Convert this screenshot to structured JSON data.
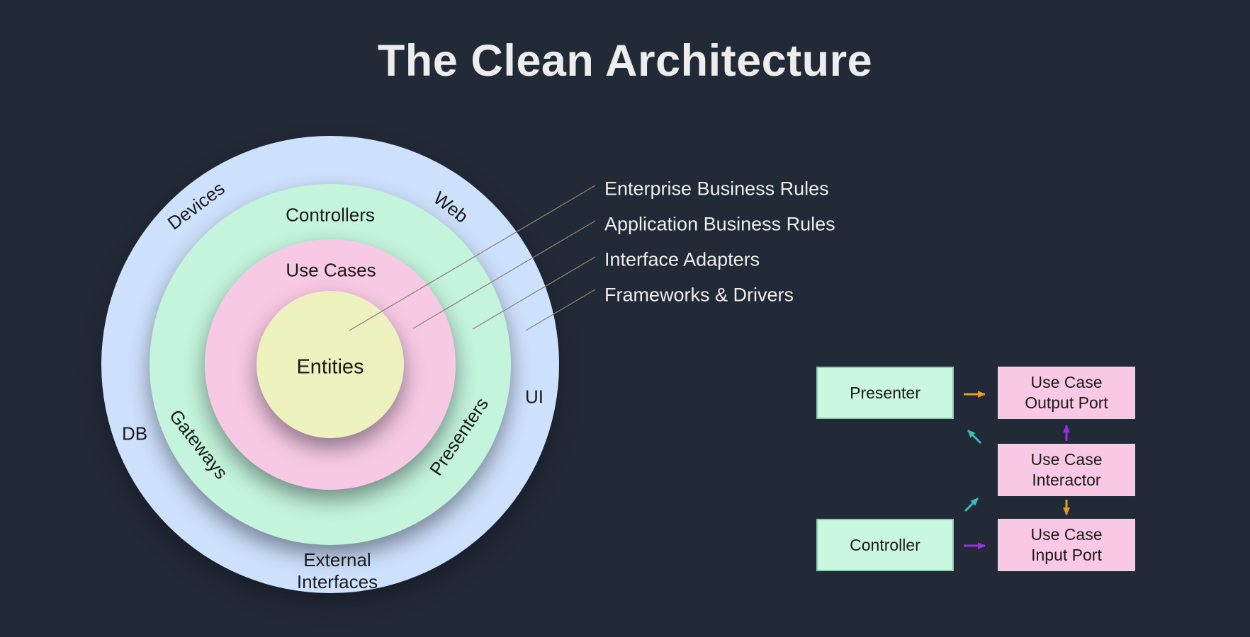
{
  "title": "The Clean Architecture",
  "colors": {
    "background": "#232A37",
    "ring_frameworks": "#CEE1FC",
    "ring_adapters": "#C4F4DB",
    "ring_application": "#F8C9E4",
    "ring_enterprise": "#EDF1BE",
    "label_dark": "#1A1A1A",
    "text_light": "#EDEDED",
    "leader_line": "#8A847E",
    "box_green_fill": "#C9F7DF",
    "box_green_border": "#8CCBAF",
    "box_pink_fill": "#F8C8E5",
    "box_pink_border": "#E9D2E4",
    "arrow_orange": "#E59B28",
    "arrow_purple": "#9A30DF",
    "arrow_teal": "#3CBCB2"
  },
  "onion": {
    "outer_labels": {
      "devices": "Devices",
      "web": "Web",
      "db": "DB",
      "ui": "UI",
      "external_interfaces": "External\nInterfaces"
    },
    "adapter_labels": {
      "controllers": "Controllers",
      "gateways": "Gateways",
      "presenters": "Presenters"
    },
    "application_label": "Use Cases",
    "enterprise_label": "Entities"
  },
  "legend": {
    "items": [
      {
        "label": "Enterprise Business Rules"
      },
      {
        "label": "Application Business Rules"
      },
      {
        "label": "Interface Adapters"
      },
      {
        "label": "Frameworks & Drivers"
      }
    ]
  },
  "flow": {
    "boxes": {
      "presenter": "Presenter",
      "output_port": "Use Case\nOutput Port",
      "interactor": "Use Case\nInteractor",
      "input_port": "Use Case\nInput Port",
      "controller": "Controller"
    }
  }
}
